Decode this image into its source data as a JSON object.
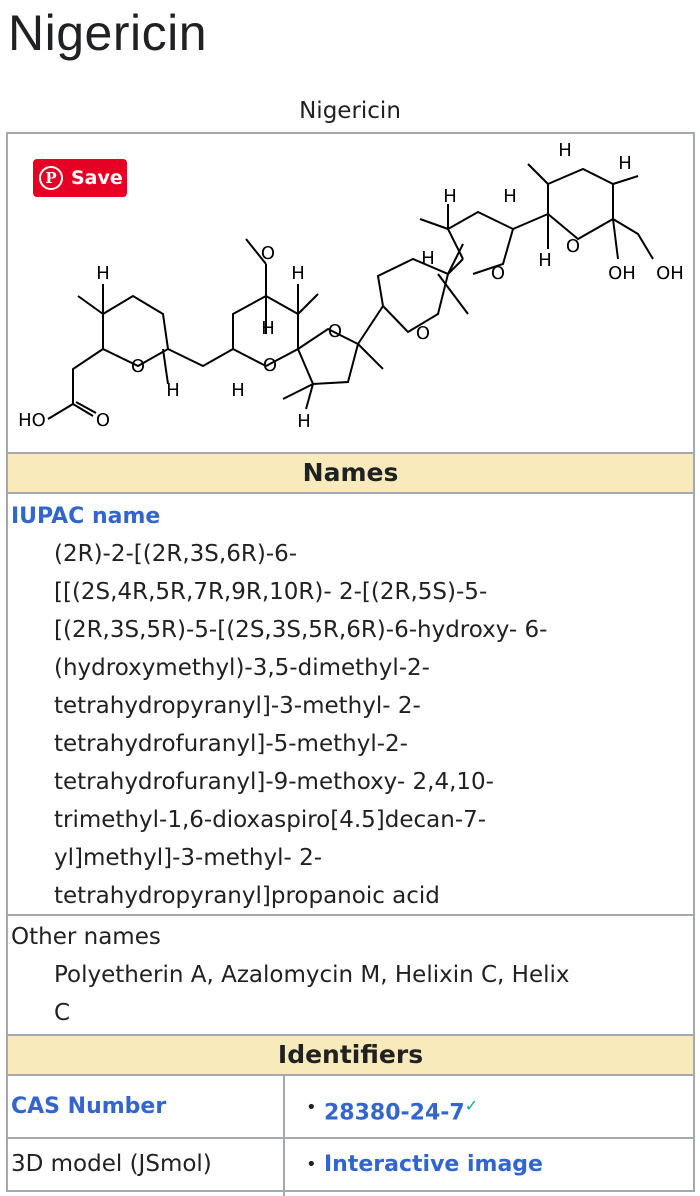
{
  "page": {
    "title": "Nigericin"
  },
  "infobox": {
    "caption": "Nigericin",
    "image": {
      "save_label": "Save",
      "atom_labels": {
        "h": "H",
        "o": "O",
        "oh": "OH",
        "ho": "HO"
      }
    },
    "names": {
      "header": "Names",
      "iupac_label": "IUPAC name",
      "iupac_lines": [
        "(2R)-2-[(2R,3S,6R)-6-",
        "[[(2S,4R,5R,7R,9R,10R)- 2-[(2R,5S)-5-",
        "[(2R,3S,5R)-5-[(2S,3S,5R,6R)-6-hydroxy- 6-",
        "(hydroxymethyl)-3,5-dimethyl-2-",
        "tetrahydropyranyl]-3-methyl- 2-",
        "tetrahydrofuranyl]-5-methyl-2-",
        "tetrahydrofuranyl]-9-methoxy- 2,4,10-",
        "trimethyl-1,6-dioxaspiro[4.5]decan-7-",
        "yl]methyl]-3-methyl- 2-",
        "tetrahydropyranyl]propanoic acid"
      ],
      "other_label": "Other names",
      "other_lines": [
        "Polyetherin A, Azalomycin M, Helixin C, Helix",
        "C"
      ]
    },
    "identifiers": {
      "header": "Identifiers",
      "cas_label": "CAS Number",
      "cas_value": "28380-24-7",
      "cas_check": "✓",
      "jsmol_label": "3D model (JSmol)",
      "jsmol_value": "Interactive image"
    }
  }
}
